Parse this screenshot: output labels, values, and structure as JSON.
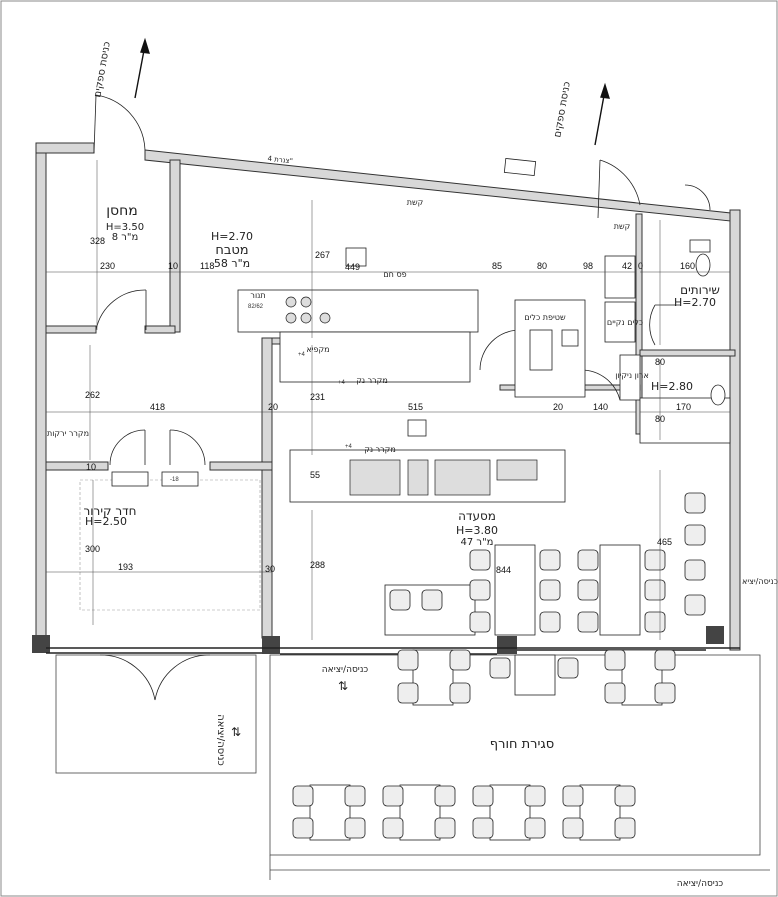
{
  "rooms": {
    "storage": {
      "name": "מחסן",
      "height": "H=3.50",
      "area": "8 מ\"ר"
    },
    "kitchen": {
      "height": "H=2.70",
      "name": "מטבח",
      "area": "58 מ\"ר"
    },
    "restroom": {
      "name": "שירותים",
      "height": "H=2.70"
    },
    "cleaning": {
      "name": "ארון ניקיון",
      "height": "H=2.80"
    },
    "cold_room": {
      "name": "חדר קירור",
      "height": "H=2.50"
    },
    "restaurant": {
      "name": "מסעדה",
      "height": "H=3.80",
      "area": "47 מ\"ר"
    },
    "winter_closure": {
      "name": "סגירת חורף"
    },
    "veg_fridge": {
      "name": "מקרר ירקות"
    }
  },
  "labels": {
    "goods_entrance_left": "כניסת ספקים",
    "goods_entrance_right": "כניסת ספקים",
    "entrance_exit_1": "כניסה/יציאה",
    "entrance_exit_2": "כניסה/יציאה",
    "entrance_exit_3": "כניסה/יציאה",
    "entrance_exit_right": "כניסה/יציא",
    "dish_washing": "שטיפת כלים",
    "clean_dishes": "כלים נקיים",
    "pass_line": "פס חם",
    "hood": "קשת",
    "hood2": "קשת",
    "bar_fridge": "מקרר נק",
    "bar_fridge2": "מקרר נק",
    "freezer": "מקפיא",
    "oven": "תנור",
    "gas_pipe": "צנרת 4\""
  },
  "dimensions": {
    "d328": "328",
    "d230": "230",
    "d10a": "10",
    "d118": "118",
    "d267": "267",
    "d449": "449",
    "d85": "85",
    "d80a": "80",
    "d98": "98",
    "d42": "42",
    "d0": "0",
    "d160": "160",
    "d262": "262",
    "d231": "231",
    "d418": "418",
    "d20a": "20",
    "d515": "515",
    "d20b": "20",
    "d140": "140",
    "d170": "170",
    "d80b": "80",
    "d80c": "80",
    "d10b": "10",
    "d300": "300",
    "d193": "193",
    "d30": "30",
    "d288": "288",
    "d844": "844",
    "d465": "465",
    "d55": "55",
    "oven_dim": "82/62",
    "t1": "+4",
    "t2": "+4",
    "t3": "+4",
    "t4": "-18"
  },
  "arrows": {
    "double": "⇅"
  }
}
